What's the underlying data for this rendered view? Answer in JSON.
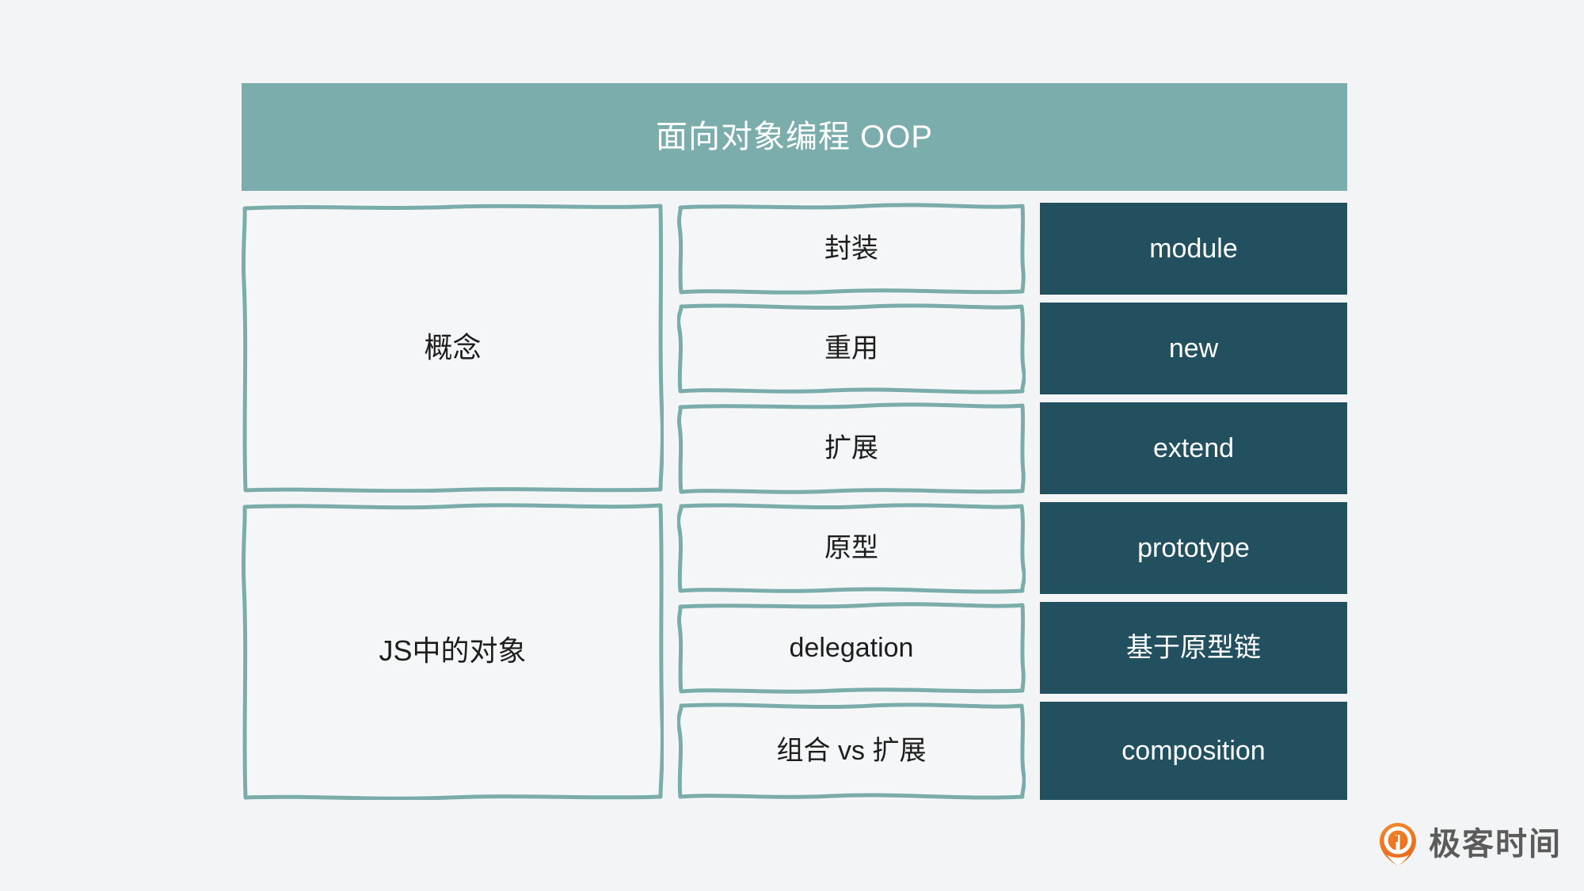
{
  "slide": {
    "background_color": "#f2f4f6",
    "banner": {
      "title": "面向对象编程 OOP",
      "background_color": "#7aadab",
      "text_color": "#ffffff"
    },
    "colors": {
      "banner_teal": "#7aadab",
      "sketch_border_teal": "#7aada9",
      "dark_teal": "#22505f",
      "box_fill": "#f4f6f7",
      "text_dark": "#1d1d1d",
      "text_light": "#ffffff",
      "logo_orange": "#ee7623",
      "logo_gray": "#5b5b5b"
    },
    "rows": [
      {
        "topic": "概念",
        "items": [
          {
            "concept": "封装",
            "keyword": "module"
          },
          {
            "concept": "重用",
            "keyword": "new"
          },
          {
            "concept": "扩展",
            "keyword": "extend"
          }
        ]
      },
      {
        "topic": "JS中的对象",
        "items": [
          {
            "concept": "原型",
            "keyword": "prototype"
          },
          {
            "concept": "delegation",
            "keyword": "基于原型链"
          },
          {
            "concept": "组合 vs 扩展",
            "keyword": "composition"
          }
        ]
      }
    ],
    "logo": {
      "text": "极客时间",
      "mark": "geektime-pin-icon"
    }
  }
}
